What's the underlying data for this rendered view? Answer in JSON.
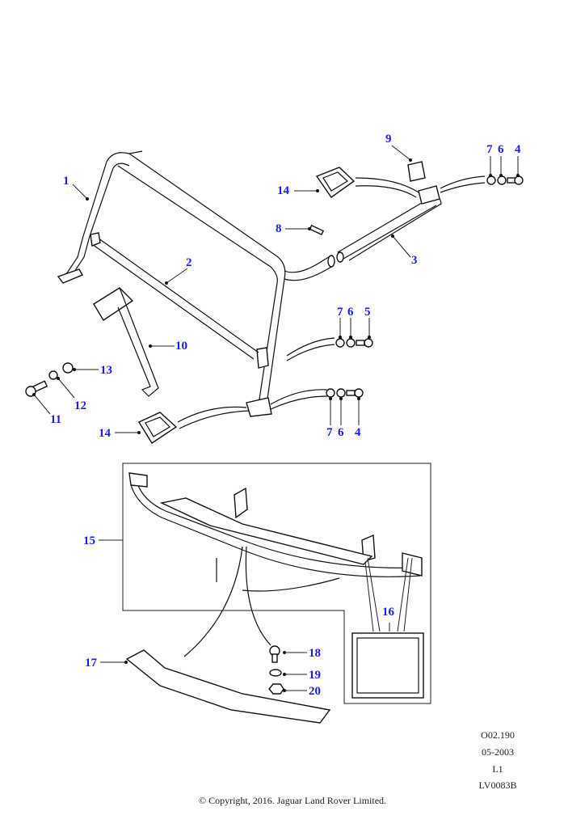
{
  "diagram": {
    "title": "Roll cage / Side step assembly parts diagram",
    "callouts": [
      {
        "id": "c1",
        "label": "1",
        "part": "roll-cage-front-hoop"
      },
      {
        "id": "c2",
        "label": "2",
        "part": "cross-tube"
      },
      {
        "id": "c3",
        "label": "3",
        "part": "rear-tube"
      },
      {
        "id": "c4a",
        "label": "4",
        "part": "bolt"
      },
      {
        "id": "c6a",
        "label": "6",
        "part": "washer"
      },
      {
        "id": "c7a",
        "label": "7",
        "part": "nut"
      },
      {
        "id": "c8",
        "label": "8",
        "part": "screw"
      },
      {
        "id": "c9",
        "label": "9",
        "part": "plate"
      },
      {
        "id": "c14a",
        "label": "14",
        "part": "gasket-plate"
      },
      {
        "id": "c7b",
        "label": "7",
        "part": "nut"
      },
      {
        "id": "c6b",
        "label": "6",
        "part": "washer"
      },
      {
        "id": "c5",
        "label": "5",
        "part": "bolt"
      },
      {
        "id": "c10",
        "label": "10",
        "part": "bracket"
      },
      {
        "id": "c13",
        "label": "13",
        "part": "bush"
      },
      {
        "id": "c12",
        "label": "12",
        "part": "washer"
      },
      {
        "id": "c11",
        "label": "11",
        "part": "bolt"
      },
      {
        "id": "c14b",
        "label": "14",
        "part": "gasket-plate"
      },
      {
        "id": "c7c",
        "label": "7",
        "part": "nut"
      },
      {
        "id": "c6c",
        "label": "6",
        "part": "washer"
      },
      {
        "id": "c4b",
        "label": "4",
        "part": "bolt"
      },
      {
        "id": "c15",
        "label": "15",
        "part": "side-step-assembly"
      },
      {
        "id": "c16",
        "label": "16",
        "part": "fixing-kit"
      },
      {
        "id": "c17",
        "label": "17",
        "part": "tread-plate"
      },
      {
        "id": "c18",
        "label": "18",
        "part": "screw"
      },
      {
        "id": "c19",
        "label": "19",
        "part": "washer"
      },
      {
        "id": "c20",
        "label": "20",
        "part": "nut"
      }
    ],
    "callout_color": "#1a1aff"
  },
  "meta": {
    "ref": "O02.190",
    "date": "05-2003",
    "level": "L1",
    "code": "LV0083B"
  },
  "footer": {
    "copyright": "© Copyright, 2016. Jaguar Land Rover Limited."
  }
}
